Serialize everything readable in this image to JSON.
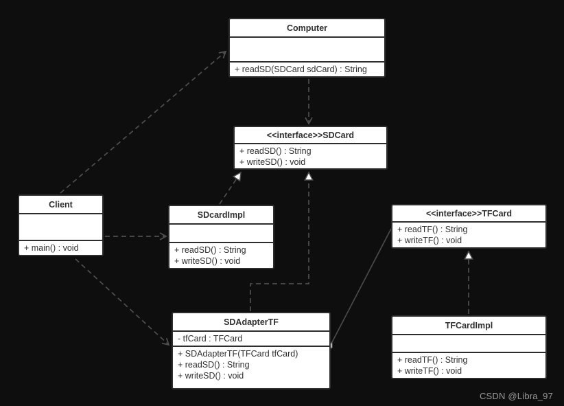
{
  "watermark": "CSDN @Libra_97",
  "colors": {
    "background": "#0e0e0e",
    "box_fill": "#ffffff",
    "box_border": "#2d2d2d",
    "box_text": "#2f2f2f",
    "connector": "#4f4f4f",
    "watermark": "#9a9a9a"
  },
  "classes": {
    "computer": {
      "name": "Computer",
      "attributes": [],
      "methods": [
        "+ readSD(SDCard sdCard) : String"
      ]
    },
    "sdcard": {
      "name": "<<interface>>SDCard",
      "attributes": [],
      "methods": [
        "+ readSD() : String",
        "+ writeSD() : void"
      ]
    },
    "client": {
      "name": "Client",
      "attributes": [],
      "methods": [
        "+ main() : void"
      ]
    },
    "sdcardimpl": {
      "name": "SDcardImpl",
      "attributes": [],
      "methods": [
        "+ readSD() : String",
        "+ writeSD() : void"
      ]
    },
    "tfcard": {
      "name": "<<interface>>TFCard",
      "attributes": [],
      "methods": [
        "+ readTF() : String",
        "+ writeTF() : void"
      ]
    },
    "sdadaptertf": {
      "name": "SDAdapterTF",
      "attributes": [
        "- tfCard : TFCard"
      ],
      "methods": [
        "+ SDAdapterTF(TFCard tfCard)",
        "+ readSD() : String",
        "+ writeSD() : void"
      ]
    },
    "tfcardimpl": {
      "name": "TFCardImpl",
      "attributes": [],
      "methods": [
        "+ readTF() : String",
        "+ writeTF() : void"
      ]
    }
  },
  "connections": [
    {
      "from": "Client",
      "to": "Computer",
      "type": "dependency",
      "style": "dashed-open-arrow"
    },
    {
      "from": "Computer",
      "to": "SDCard",
      "type": "dependency",
      "style": "dashed-open-arrow"
    },
    {
      "from": "Client",
      "to": "SDcardImpl",
      "type": "dependency",
      "style": "dashed-open-arrow"
    },
    {
      "from": "Client",
      "to": "SDAdapterTF",
      "type": "dependency",
      "style": "dashed-open-arrow"
    },
    {
      "from": "SDcardImpl",
      "to": "SDCard",
      "type": "realization",
      "style": "dashed-hollow-triangle"
    },
    {
      "from": "SDAdapterTF",
      "to": "SDCard",
      "type": "realization",
      "style": "dashed-hollow-triangle"
    },
    {
      "from": "TFCardImpl",
      "to": "TFCard",
      "type": "realization",
      "style": "dashed-hollow-triangle"
    },
    {
      "from": "SDAdapterTF",
      "to": "TFCard",
      "type": "aggregation",
      "style": "solid-hollow-diamond-at-source"
    }
  ]
}
